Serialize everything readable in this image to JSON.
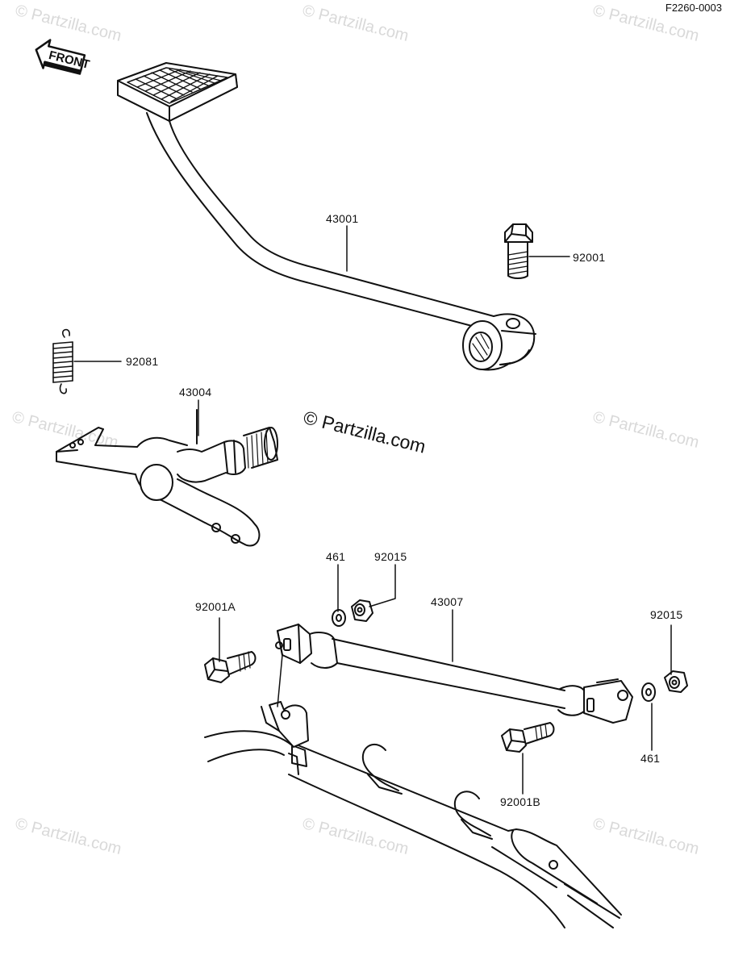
{
  "figure_id": "F2260-0003",
  "front_label": "FRONT",
  "watermark_text": "© Partzilla.com",
  "parts": {
    "brake_pedal": "43001",
    "pedal_bolt": "92001",
    "spring": "92081",
    "brake_arm_shaft": "43004",
    "washer_left": "461",
    "nut_left": "92015",
    "brake_rod": "43007",
    "bolt_a": "92001A",
    "nut_right": "92015",
    "washer_right": "461",
    "bolt_b": "92001B"
  }
}
